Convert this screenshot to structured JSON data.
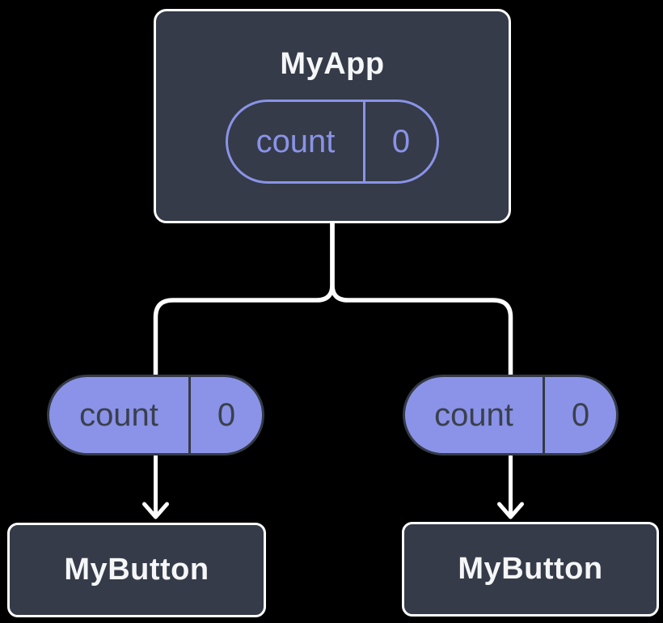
{
  "canvas": {
    "width": "820",
    "height": "770"
  },
  "colors": {
    "background": "#000000",
    "node_fill": "#353B48",
    "node_border": "#FFFFFF",
    "node_title_text": "#F5F6F7",
    "accent_purple": "#8A93E8",
    "pill_dark_text": "#3A404C",
    "pill_dark_border": "#343A46",
    "connector_line": "#FFFFFF"
  },
  "root_node": {
    "title": "MyApp",
    "state_pill": {
      "label": "count",
      "value": "0"
    }
  },
  "prop_pills": [
    {
      "label": "count",
      "value": "0"
    },
    {
      "label": "count",
      "value": "0"
    }
  ],
  "child_nodes": [
    {
      "title": "MyButton"
    },
    {
      "title": "MyButton"
    }
  ]
}
